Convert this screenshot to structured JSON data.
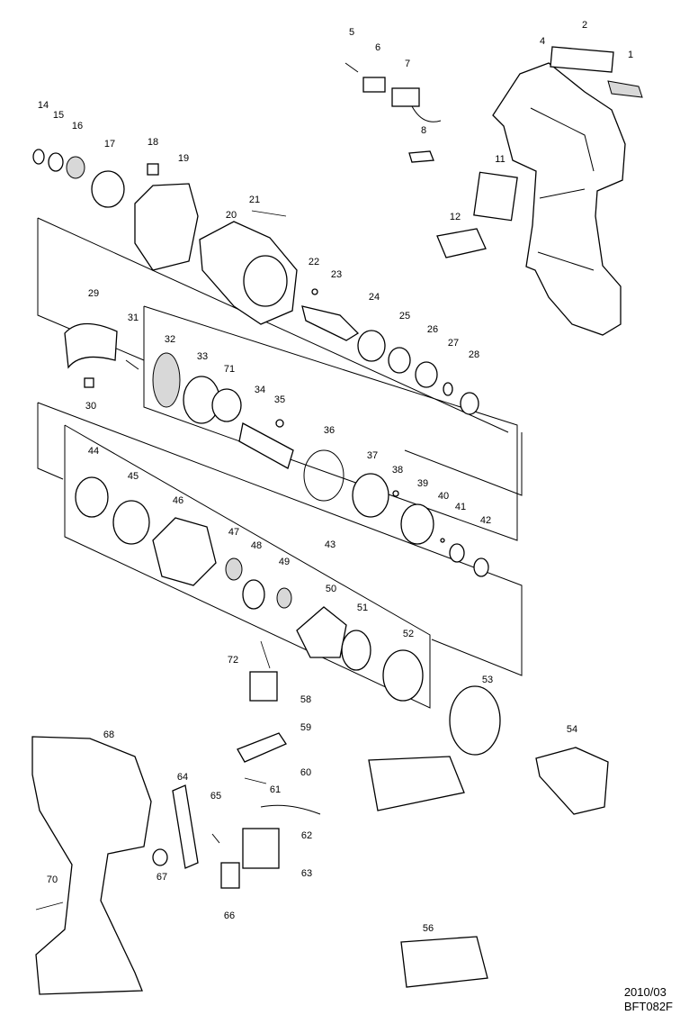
{
  "parts": [
    {
      "id": "1",
      "label": "1"
    },
    {
      "id": "2",
      "label": "2"
    },
    {
      "id": "4",
      "label": "4"
    },
    {
      "id": "5",
      "label": "5"
    },
    {
      "id": "6",
      "label": "6"
    },
    {
      "id": "7",
      "label": "7"
    },
    {
      "id": "8",
      "label": "8"
    },
    {
      "id": "11",
      "label": "11"
    },
    {
      "id": "12",
      "label": "12"
    },
    {
      "id": "14",
      "label": "14"
    },
    {
      "id": "15",
      "label": "15"
    },
    {
      "id": "16",
      "label": "16"
    },
    {
      "id": "17",
      "label": "17"
    },
    {
      "id": "18",
      "label": "18"
    },
    {
      "id": "19",
      "label": "19"
    },
    {
      "id": "20",
      "label": "20"
    },
    {
      "id": "21",
      "label": "21"
    },
    {
      "id": "22",
      "label": "22"
    },
    {
      "id": "23",
      "label": "23"
    },
    {
      "id": "24",
      "label": "24"
    },
    {
      "id": "25",
      "label": "25"
    },
    {
      "id": "26",
      "label": "26"
    },
    {
      "id": "27",
      "label": "27"
    },
    {
      "id": "28",
      "label": "28"
    },
    {
      "id": "29",
      "label": "29"
    },
    {
      "id": "30",
      "label": "30"
    },
    {
      "id": "31",
      "label": "31"
    },
    {
      "id": "32",
      "label": "32"
    },
    {
      "id": "33",
      "label": "33"
    },
    {
      "id": "34",
      "label": "34"
    },
    {
      "id": "35",
      "label": "35"
    },
    {
      "id": "36",
      "label": "36"
    },
    {
      "id": "37",
      "label": "37"
    },
    {
      "id": "38",
      "label": "38"
    },
    {
      "id": "39",
      "label": "39"
    },
    {
      "id": "40",
      "label": "40"
    },
    {
      "id": "41",
      "label": "41"
    },
    {
      "id": "42",
      "label": "42"
    },
    {
      "id": "43",
      "label": "43"
    },
    {
      "id": "44",
      "label": "44"
    },
    {
      "id": "45",
      "label": "45"
    },
    {
      "id": "46",
      "label": "46"
    },
    {
      "id": "47",
      "label": "47"
    },
    {
      "id": "48",
      "label": "48"
    },
    {
      "id": "49",
      "label": "49"
    },
    {
      "id": "50",
      "label": "50"
    },
    {
      "id": "51",
      "label": "51"
    },
    {
      "id": "52",
      "label": "52"
    },
    {
      "id": "53",
      "label": "53"
    },
    {
      "id": "54",
      "label": "54"
    },
    {
      "id": "56",
      "label": "56"
    },
    {
      "id": "58",
      "label": "58"
    },
    {
      "id": "59",
      "label": "59"
    },
    {
      "id": "60",
      "label": "60"
    },
    {
      "id": "61",
      "label": "61"
    },
    {
      "id": "62",
      "label": "62"
    },
    {
      "id": "63",
      "label": "63"
    },
    {
      "id": "64",
      "label": "64"
    },
    {
      "id": "65",
      "label": "65"
    },
    {
      "id": "66",
      "label": "66"
    },
    {
      "id": "67",
      "label": "67"
    },
    {
      "id": "68",
      "label": "68"
    },
    {
      "id": "70",
      "label": "70"
    },
    {
      "id": "71",
      "label": "71"
    },
    {
      "id": "72",
      "label": "72"
    }
  ],
  "footer": {
    "date": "2010/03",
    "code": "BFT082F"
  }
}
